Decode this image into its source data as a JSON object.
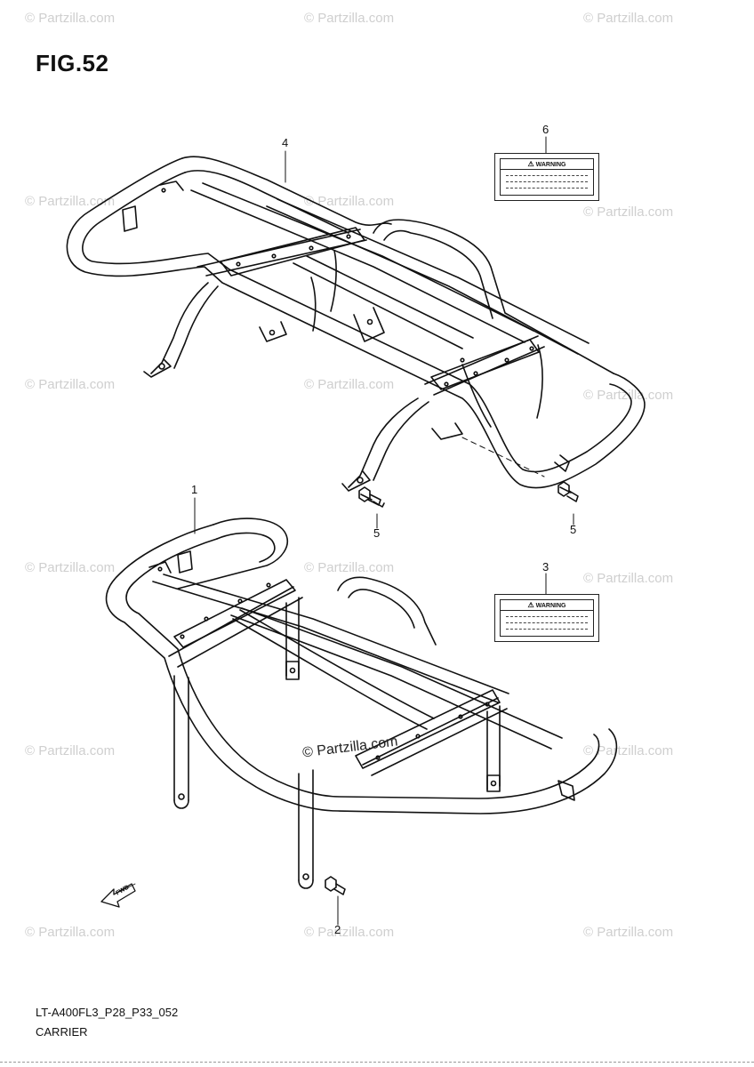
{
  "figure": {
    "title": "FIG.52"
  },
  "watermark": {
    "text": "© Partzilla.com",
    "center_text": "© Partzilla.com"
  },
  "parts": [
    {
      "number": "1"
    },
    {
      "number": "2"
    },
    {
      "number": "3"
    },
    {
      "number": "4"
    },
    {
      "number": "5"
    },
    {
      "number": "6"
    }
  ],
  "labels": {
    "warning": "WARNING"
  },
  "fwd_arrow": {
    "text": "FWD"
  },
  "footer": {
    "model_code": "LT-A400FL3_P28_P33_052",
    "section_name": "CARRIER"
  }
}
